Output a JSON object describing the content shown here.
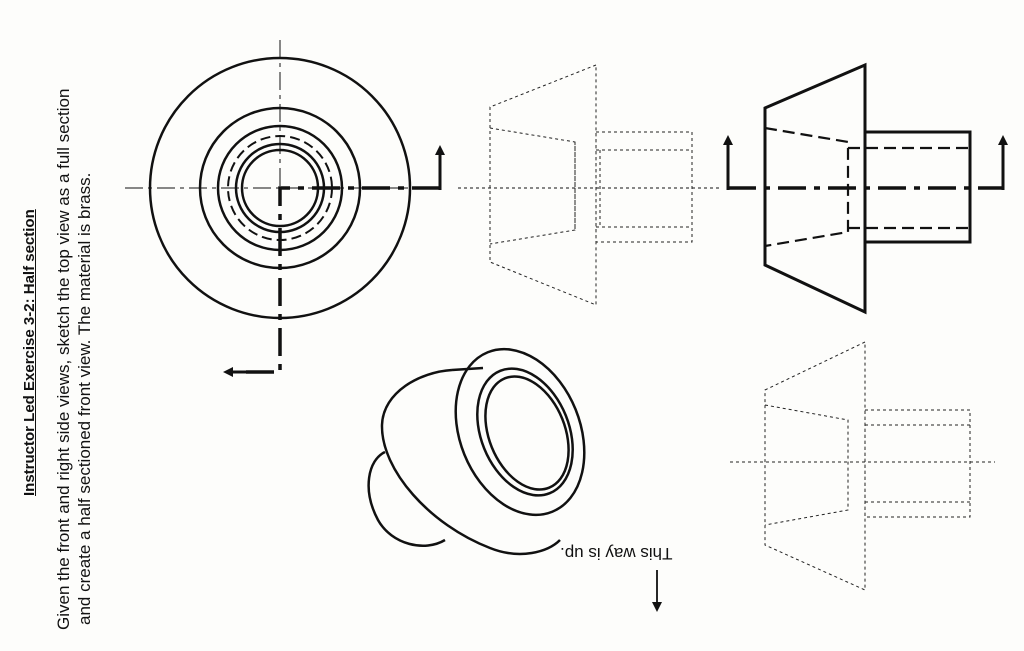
{
  "document": {
    "title": "Instructor Led Exercise 3-2:  Half section",
    "instructions_line1": "Given the front and right side views, sketch the top view as a full section",
    "instructions_line2": "and create a half sectioned front view.  The material is brass.",
    "orientation_note": "This way is up."
  },
  "colors": {
    "ink": "#111111",
    "paper": "#fdfdfb"
  }
}
